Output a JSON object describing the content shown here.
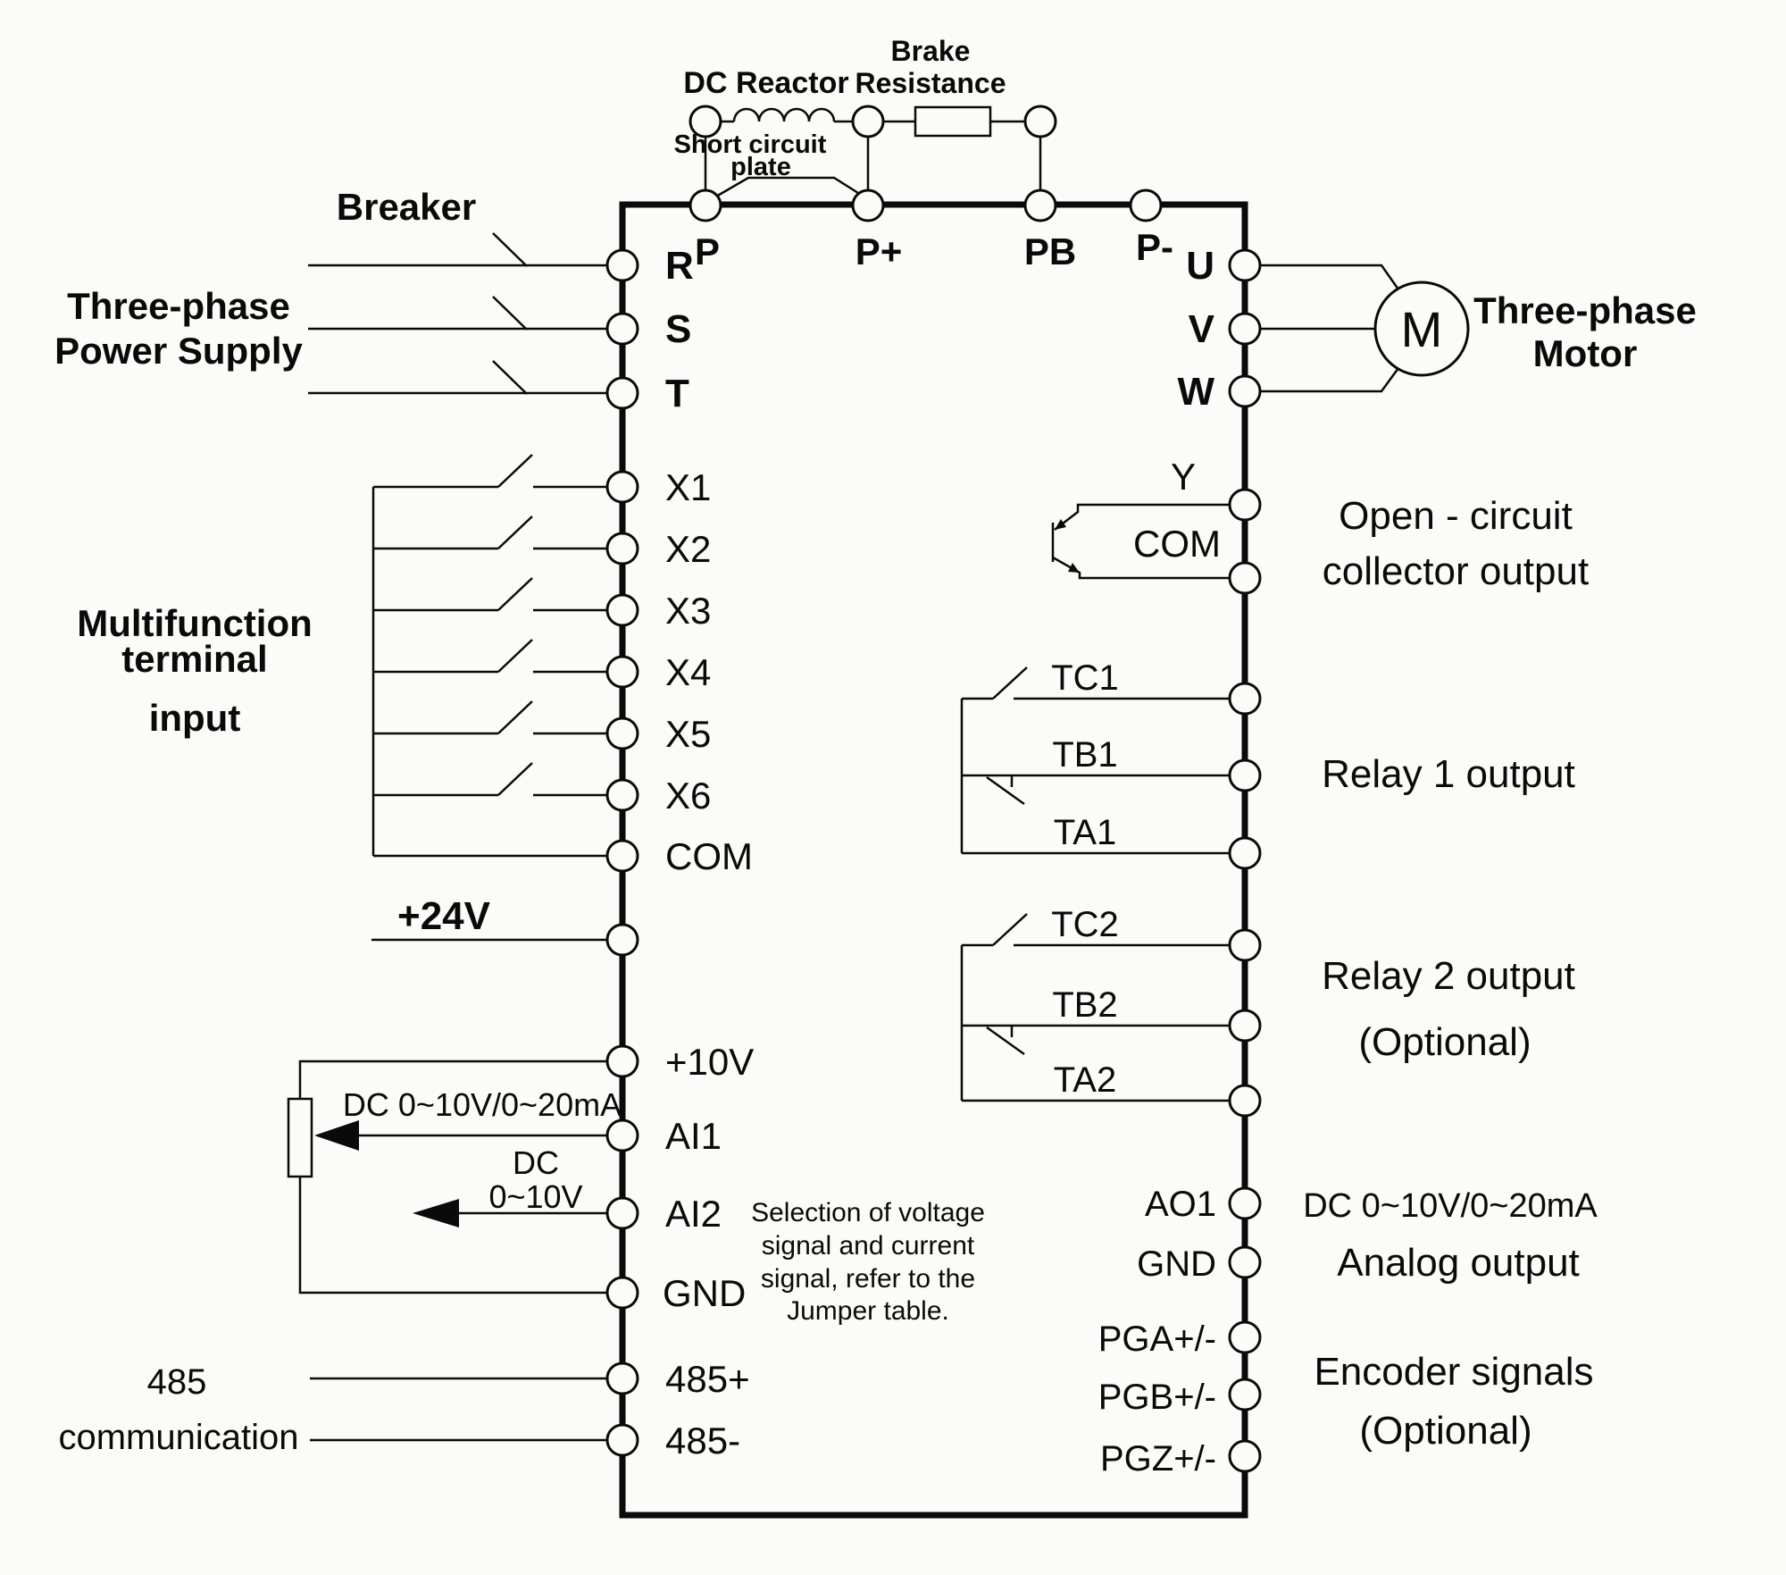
{
  "labels": {
    "breaker": "Breaker",
    "supply1": "Three-phase",
    "supply2": "Power Supply",
    "multi1": "Multifunction",
    "multi2": "terminal",
    "multi3": "input",
    "dc_reactor": "DC Reactor",
    "brake1": "Brake",
    "brake2": "Resistance",
    "scp1": "Short circuit",
    "scp2": "plate",
    "motor1": "Three-phase",
    "motor2": "Motor",
    "motor_m": "M",
    "plus24": "+24V",
    "range_ai1": "DC 0~10V/0~20mA",
    "range_ai2a": "DC",
    "range_ai2b": "0~10V",
    "comm1": "485",
    "comm2": "communication",
    "note1": "Selection of voltage",
    "note2": "signal and current",
    "note3": "signal, refer to the",
    "note4": "Jumper table.",
    "oc1": "Open - circuit",
    "oc2": "collector output",
    "relay1": "Relay 1 output",
    "relay2": "Relay 2 output",
    "relay2_opt": "(Optional)",
    "ao_range": "DC 0~10V/0~20mA",
    "ao_label": "Analog output",
    "enc_label": "Encoder signals",
    "enc_opt": "(Optional)"
  },
  "terminals": {
    "top": [
      "P",
      "P+",
      "PB",
      "P-"
    ],
    "rst": [
      "R",
      "S",
      "T"
    ],
    "uvw": [
      "U",
      "V",
      "W"
    ],
    "x": [
      "X1",
      "X2",
      "X3",
      "X4",
      "X5",
      "X6"
    ],
    "com_left": "COM",
    "p10": "+10V",
    "ai1": "AI1",
    "ai2": "AI2",
    "gnd_left": "GND",
    "c485p": "485+",
    "c485m": "485-",
    "y": "Y",
    "com_right": "COM",
    "relay1": [
      "TC1",
      "TB1",
      "TA1"
    ],
    "relay2": [
      "TC2",
      "TB2",
      "TA2"
    ],
    "ao1": "AO1",
    "gnd_right": "GND",
    "pg": [
      "PGA+/-",
      "PGB+/-",
      "PGZ+/-"
    ]
  },
  "colors": {
    "line": "#0a0a0a",
    "background": "#fbfbf9"
  }
}
